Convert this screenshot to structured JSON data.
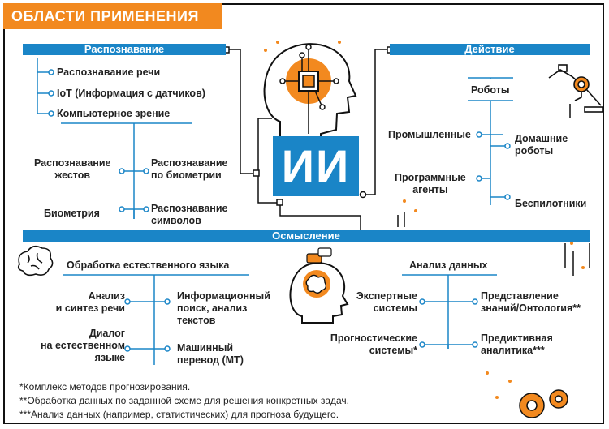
{
  "title": "ОБЛАСТИ ПРИМЕНЕНИЯ",
  "center": "ИИ",
  "sections": {
    "recognition": {
      "header": "Распознавание",
      "items": [
        "Распознавание речи",
        "IoT (Информация с датчиков)",
        "Компьютерное зрение"
      ],
      "cv_left": [
        "Распознавание\nжестов",
        "Биометрия"
      ],
      "cv_right": [
        "Распознавание\nпо биометрии",
        "Распознавание\nсимволов"
      ]
    },
    "action": {
      "header": "Действие",
      "robots": "Роботы",
      "left": [
        "Промышленные",
        "Программные\nагенты"
      ],
      "right": [
        "Домашние\nроботы",
        "Беспилотники"
      ]
    },
    "understanding": {
      "header": "Осмысление",
      "nlp": {
        "header": "Обработка естественного языка",
        "left": [
          "Анализ\nи синтез речи",
          "Диалог\nна естественном\nязыке"
        ],
        "right": [
          "Информационный\nпоиск, анализ\nтекстов",
          "Машинный\nперевод (МТ)"
        ]
      },
      "data": {
        "header": "Анализ данных",
        "left": [
          "Экспертные\nсистемы",
          "Прогностические\nсистемы*"
        ],
        "right": [
          "Представление\nзнаний/Онтология**",
          "Предиктивная\nаналитика***"
        ]
      }
    }
  },
  "footnotes": [
    "*Комплекс методов прогнозирования.",
    "**Обработка данных по заданной схеме для решения конкретных задач.",
    "***Анализ данных (например, статистических) для прогноза будущего."
  ],
  "colors": {
    "accent": "#f2891f",
    "blue": "#1a85c7",
    "line": "#1a85c7",
    "ink": "#111111"
  }
}
